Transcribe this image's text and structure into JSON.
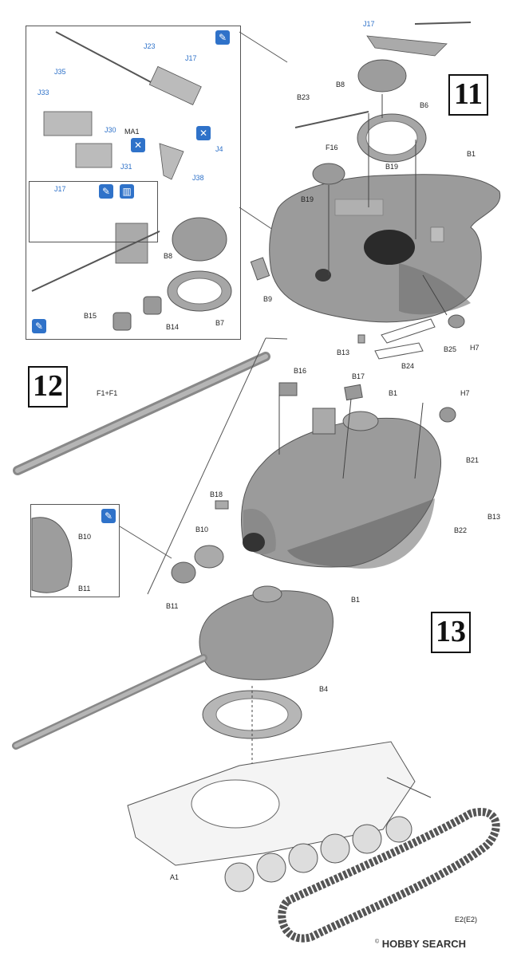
{
  "steps": {
    "s11": "11",
    "s12": "12",
    "s13": "13"
  },
  "labels": {
    "J17_top": "J17",
    "B8": "B8",
    "B23": "B23",
    "B6": "B6",
    "F16": "F16",
    "B19_a": "B19",
    "B19_b": "B19",
    "B1_11": "B1",
    "B9": "B9",
    "H7_11": "H7",
    "B13_11": "B13",
    "B25": "B25",
    "B24": "B24",
    "J23": "J23",
    "J35": "J35",
    "J17_in": "J17",
    "J33": "J33",
    "J30": "J30",
    "MA1": "MA1",
    "J31": "J31",
    "J4": "J4",
    "J38": "J38",
    "J17_sub": "J17",
    "B8_in": "B8",
    "B15": "B15",
    "B14": "B14",
    "B7": "B7",
    "F1": "F1+F1",
    "B16": "B16",
    "B17": "B17",
    "B1_12": "B1",
    "H7_12": "H7",
    "B21": "B21",
    "B18": "B18",
    "B13_12": "B13",
    "B10": "B10",
    "B22": "B22",
    "B10_in": "B10",
    "B11_in": "B11",
    "B11": "B11",
    "B1_13": "B1",
    "B4": "B4",
    "A1": "A1",
    "E2": "E2(E2)"
  },
  "icons": {
    "glue": "glue-icon",
    "cement": "cement-icon",
    "x_mark": "x-mark-icon"
  },
  "colors": {
    "accent": "#2f72c9",
    "part": "#9a9a9a",
    "ink": "#222222"
  },
  "watermark": {
    "symbol": "©",
    "brand": "HOBBY SEARCH"
  }
}
